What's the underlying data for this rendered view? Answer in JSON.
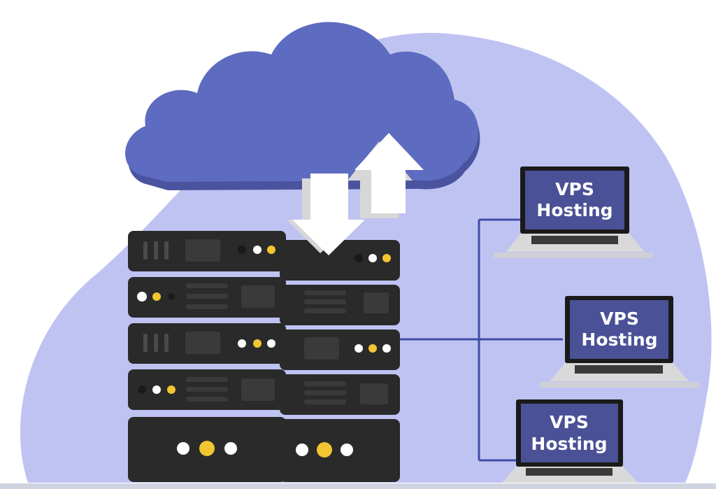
{
  "colors": {
    "background_blob": "#bfc3f2",
    "cloud": "#5d6bc0",
    "cloud_shadow": "#4a549e",
    "server_body": "#2a2a2a",
    "server_dark": "#1c1c1c",
    "led_yellow": "#f2c531",
    "led_white": "#ffffff",
    "network_line": "#3f4ca8",
    "laptop_screen": "#4a5196",
    "laptop_frame": "#1a1a1a",
    "laptop_base": "#d9d9d9",
    "floor": "#d0d3e0"
  },
  "icons": {
    "upload": "arrow-up-icon",
    "download": "arrow-down-icon"
  },
  "laptops": [
    {
      "line1": "VPS",
      "line2": "Hosting"
    },
    {
      "line1": "VPS",
      "line2": "Hosting"
    },
    {
      "line1": "VPS",
      "line2": "Hosting"
    }
  ]
}
